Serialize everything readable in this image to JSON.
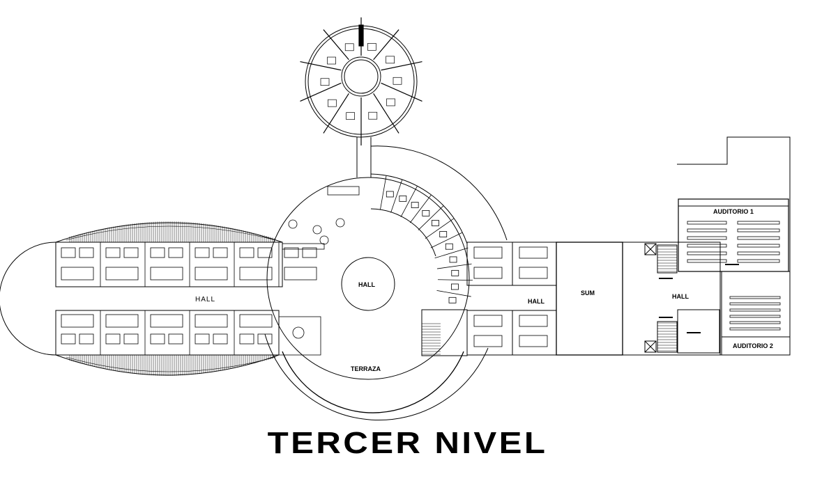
{
  "title": "TERCER NIVEL",
  "labels": {
    "hall_left": "HALL",
    "hall_center": "HALL",
    "terraza": "TERRAZA",
    "hall_corridor": "HALL",
    "sum": "SUM",
    "hall_right": "HALL",
    "auditorio_1": "AUDITORIO 1",
    "auditorio_2": "AUDITORIO 2"
  }
}
